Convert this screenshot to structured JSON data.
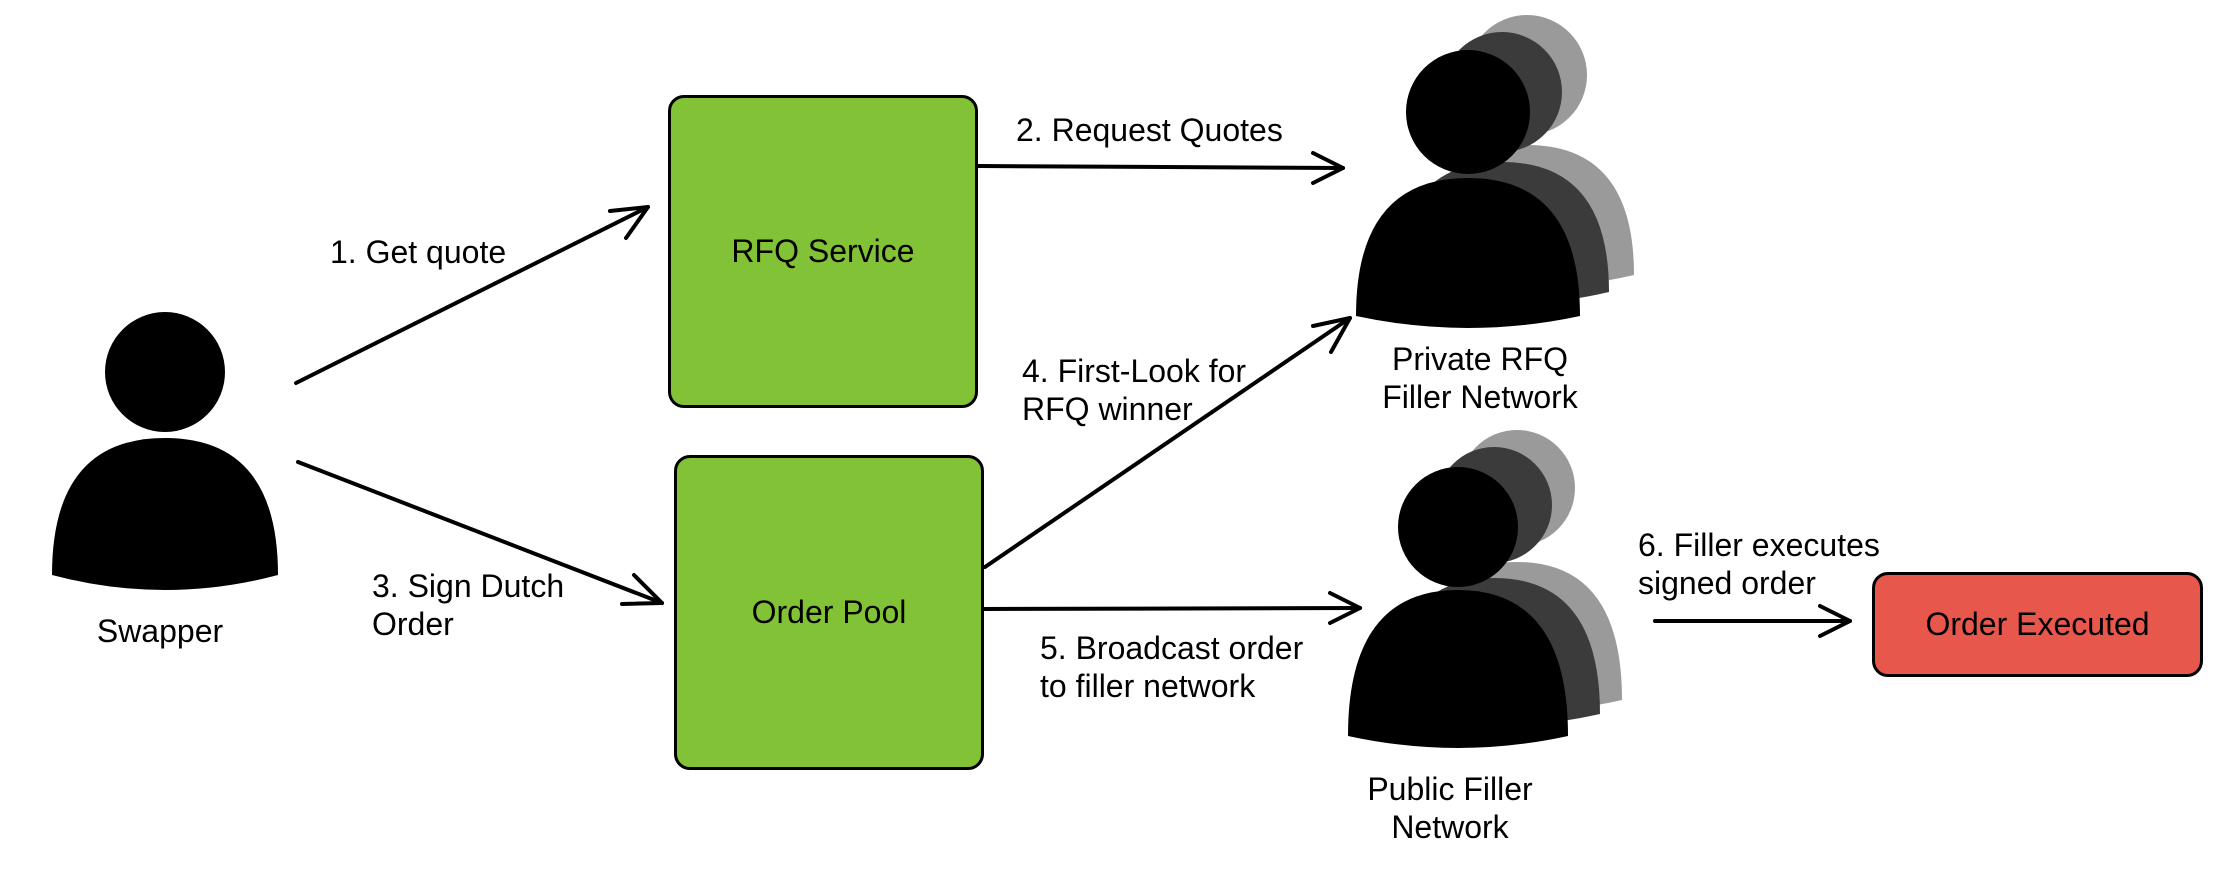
{
  "colors": {
    "service_box": "#82c236",
    "executed_box": "#e8574b",
    "stroke": "#000000",
    "crowd_dark": "#3b3b3b",
    "crowd_light": "#9a9a9a"
  },
  "nodes": {
    "swapper": {
      "label": "Swapper",
      "icon": "person-icon"
    },
    "rfq_service": {
      "label": "RFQ Service"
    },
    "order_pool": {
      "label": "Order Pool"
    },
    "private_network": {
      "label": "Private RFQ\nFiller Network",
      "icon": "group-icon"
    },
    "public_network": {
      "label": "Public Filler\nNetwork",
      "icon": "group-icon"
    },
    "order_executed": {
      "label": "Order Executed"
    }
  },
  "edges": {
    "get_quote": "1. Get quote",
    "request_quotes": "2. Request Quotes",
    "sign_order": "3. Sign Dutch\nOrder",
    "first_look": "4. First-Look for\nRFQ winner",
    "broadcast": "5. Broadcast order\nto filler network",
    "filler_executes": "6. Filler executes\nsigned order"
  }
}
